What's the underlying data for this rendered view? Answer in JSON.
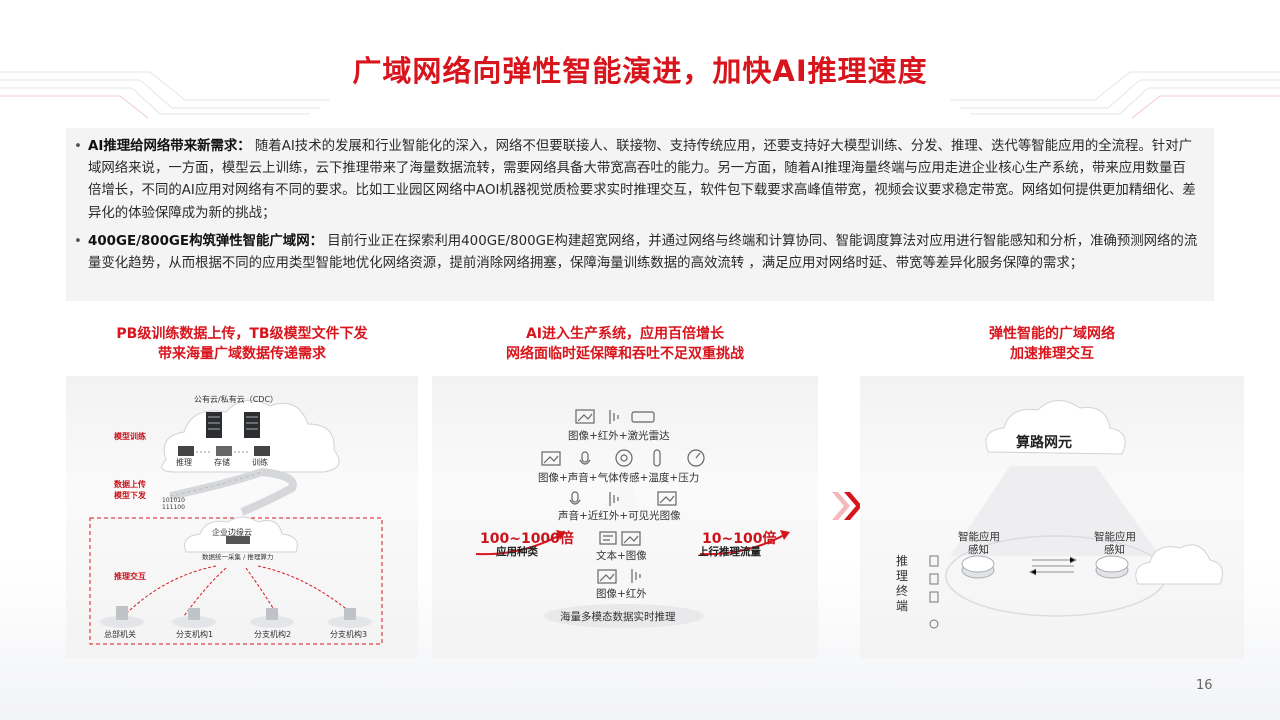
{
  "title": "广域网络向弹性智能演进，加快AI推理速度",
  "bullets": [
    {
      "lead": "AI推理给网络带来新需求：",
      "text": "随着AI技术的发展和行业智能化的深入，网络不但要联接人、联接物、支持传统应用，还要支持好大模型训练、分发、推理、迭代等智能应用的全流程。针对广域网络来说，一方面，模型云上训练，云下推理带来了海量数据流转，需要网络具备大带宽高吞吐的能力。另一方面，随着AI推理海量终端与应用走进企业核心生产系统，带来应用数量百倍增长，不同的AI应用对网络有不同的要求。比如工业园区网络中AOI机器视觉质检要求实时推理交互，软件包下载要求高峰值带宽，视频会议要求稳定带宽。网络如何提供更加精细化、差异化的体验保障成为新的挑战；"
    },
    {
      "lead": "400GE/800GE构筑弹性智能广域网：",
      "text": "目前行业正在探索利用400GE/800GE构建超宽网络，并通过网络与终端和计算协同、智能调度算法对应用进行智能感知和分析，准确预测网络的流量变化趋势，从而根据不同的应用类型智能地优化网络资源，提前消除网络拥塞，保障海量训练数据的高效流转 ，满足应用对网络时延、带宽等差异化服务保障的需求；"
    }
  ],
  "columns": [
    {
      "head1": "PB级训练数据上传，TB级模型文件下发",
      "head2": "带来海量广域数据传递需求",
      "cloud_label": "公有云/私有云（CDC）",
      "model_training": "模型训练",
      "data_upload_line1": "数据上传",
      "data_upload_line2": "模型下发",
      "srv_infer": "推理",
      "srv_store": "存储",
      "srv_train": "训练",
      "bits1": "101010",
      "bits2": "111100",
      "edge_cloud": "企业边缘云",
      "edge_sub": "数据统一采集 / 推理算力",
      "infer_interact": "推理交互",
      "sites": [
        "总部机关",
        "分支机构1",
        "分支机构2",
        "分支机构3"
      ]
    },
    {
      "head1": "AI进入生产系统，应用百倍增长",
      "head2": "网络面临时延保障和吞吐不足双重挑战",
      "rows": [
        "图像+红外+激光雷达",
        "图像+声音+气体传感+温度+压力",
        "声音+近红外+可见光图像",
        "文本+图像",
        "图像+红外"
      ],
      "stat_left_big": "100~1000倍",
      "stat_left_small": "应用种类",
      "stat_right_big": "10~100倍",
      "stat_right_small": "上行推理流量",
      "base_label": "海量多模态数据实时推理"
    },
    {
      "head1": "弹性智能的广域网络",
      "head2": "加速推理交互",
      "top_cloud": "算路网元",
      "aware_left_1": "智能应用",
      "aware_left_2": "感知",
      "aware_right_1": "智能应用",
      "aware_right_2": "感知",
      "terminal_chars": [
        "推",
        "理",
        "终",
        "端"
      ]
    }
  ],
  "page_number": "16",
  "colors": {
    "accent": "#d8141c",
    "text": "#2a2a2a",
    "panel": "#f4f4f5"
  }
}
